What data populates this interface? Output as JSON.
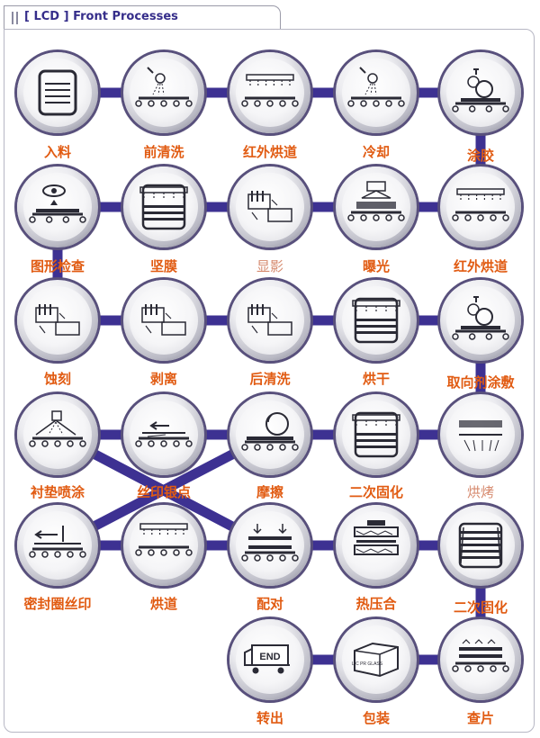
{
  "header": {
    "title": "[ LCD ]  Front Processes"
  },
  "colors": {
    "title": "#352d8a",
    "connector": "#3d3192",
    "label": "#e15b12",
    "label_muted": "#d68a6e",
    "node_ring": "#58507c"
  },
  "steps": [
    {
      "label": "入料",
      "icon": "input-icon"
    },
    {
      "label": "前清洗",
      "icon": "spray-clean-icon"
    },
    {
      "label": "红外烘道",
      "icon": "infrared-oven-icon"
    },
    {
      "label": "冷却",
      "icon": "cooling-icon"
    },
    {
      "label": "涂胶",
      "icon": "roll-coat-icon"
    },
    {
      "label": "图形检查",
      "icon": "pattern-inspect-icon"
    },
    {
      "label": "坚膜",
      "icon": "hard-bake-icon"
    },
    {
      "label": "显影",
      "icon": "develop-icon"
    },
    {
      "label": "曝光",
      "icon": "exposure-icon"
    },
    {
      "label": "红外烘道",
      "icon": "infrared-oven-icon"
    },
    {
      "label": "蚀刻",
      "icon": "etch-icon"
    },
    {
      "label": "剥离",
      "icon": "strip-icon"
    },
    {
      "label": "后清洗",
      "icon": "post-clean-icon"
    },
    {
      "label": "烘干",
      "icon": "dry-icon"
    },
    {
      "label": "取向剂涂敷",
      "icon": "roll-coat-icon"
    },
    {
      "label": "衬垫喷涂",
      "icon": "spacer-spray-icon"
    },
    {
      "label": "丝印银点",
      "icon": "silver-print-icon"
    },
    {
      "label": "摩擦",
      "icon": "rubbing-icon"
    },
    {
      "label": "二次固化",
      "icon": "cure-icon"
    },
    {
      "label": "烘烤",
      "icon": "bake-icon"
    },
    {
      "label": "密封圈丝印",
      "icon": "seal-print-icon"
    },
    {
      "label": "烘道",
      "icon": "oven-icon"
    },
    {
      "label": "配对",
      "icon": "assembly-icon"
    },
    {
      "label": "热压合",
      "icon": "hot-press-icon"
    },
    {
      "label": "二次固化",
      "icon": "cure-press-icon"
    },
    {
      "label": "转出",
      "icon": "truck-icon",
      "sign": "END"
    },
    {
      "label": "包装",
      "icon": "package-icon",
      "sign": "LIC PR GLASS"
    },
    {
      "label": "查片",
      "icon": "sheet-check-icon"
    }
  ]
}
